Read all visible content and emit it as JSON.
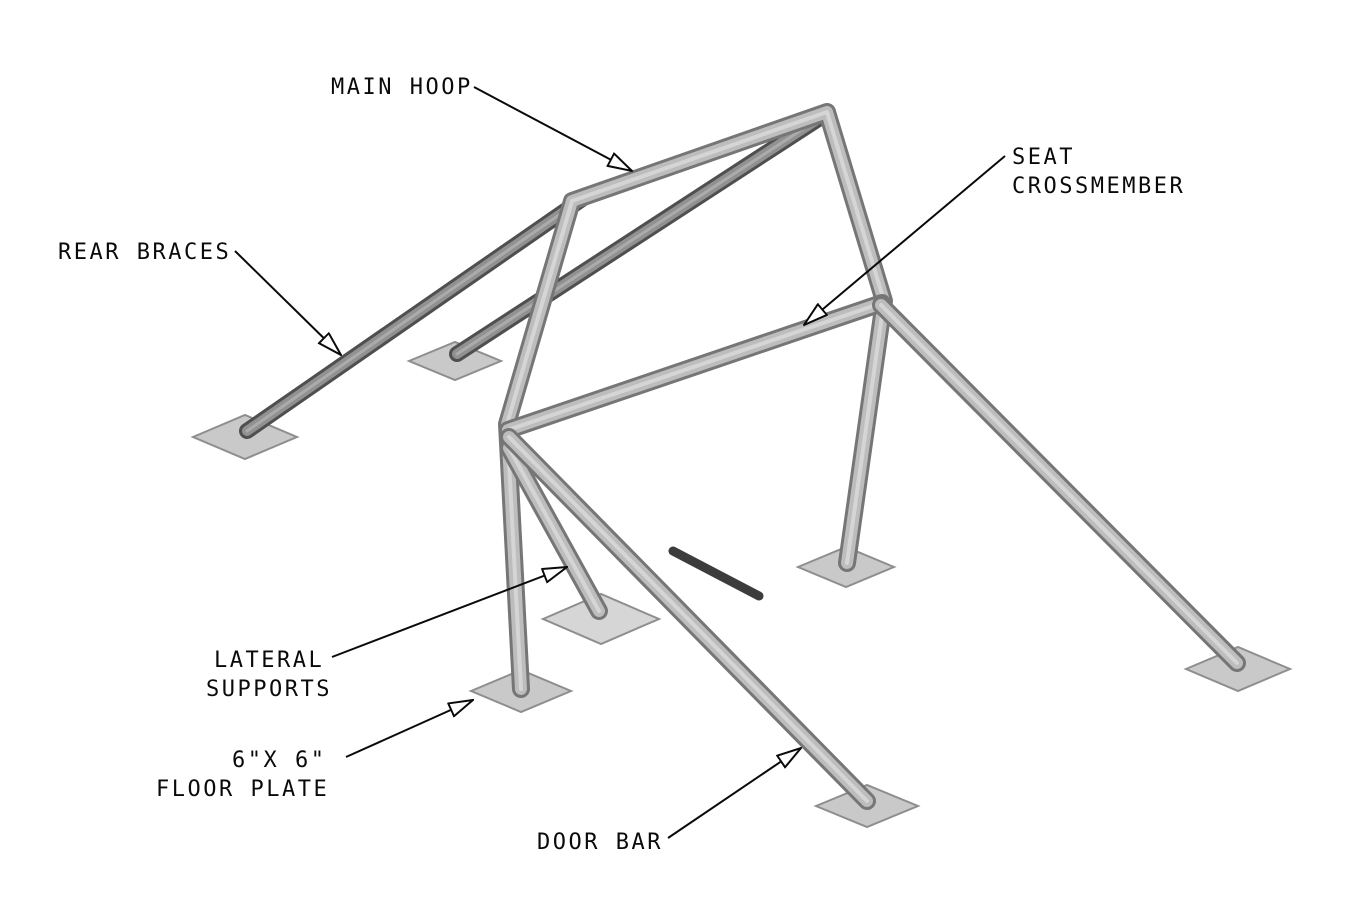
{
  "diagram": {
    "type": "technical-illustration",
    "subject": "8-point roll bar cage with labeled components",
    "background_color": "#ffffff",
    "line_color": "#0a0a0a",
    "colors": {
      "tube_body": "#bdbdbd",
      "tube_edge": "#767676",
      "rear_brace_body": "#919191",
      "rear_brace_edge": "#4f4f4f",
      "floor_plate": "#c9c9c9",
      "floor_plate_edge": "#8e8e8e"
    },
    "labels": {
      "main_hoop": "MAIN HOOP",
      "seat_crossmember": [
        "SEAT",
        "CROSSMEMBER"
      ],
      "rear_braces": "REAR BRACES",
      "lateral_supports": [
        "LATERAL",
        "SUPPORTS"
      ],
      "floor_plate": [
        "6\"X 6\"",
        "FLOOR PLATE"
      ],
      "door_bar": "DOOR BAR"
    },
    "parts": [
      {
        "name": "main-hoop"
      },
      {
        "name": "seat-crossmember"
      },
      {
        "name": "rear-braces"
      },
      {
        "name": "lateral-supports"
      },
      {
        "name": "floor-plates",
        "count": 7
      },
      {
        "name": "door-bars"
      }
    ]
  }
}
